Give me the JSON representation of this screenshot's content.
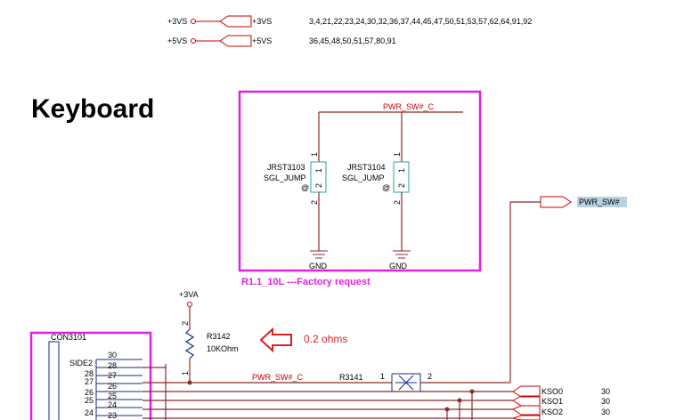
{
  "title": "Keyboard",
  "power": {
    "v3": {
      "left": "+3VS",
      "right": "+3VS",
      "pins": "3,4,21,22,23,24,30,32,36,37,44,45,47,50,51,53,57,62,64,91,92"
    },
    "v5": {
      "left": "+5VS",
      "right": "+5VS",
      "pins": "36,45,48,50,51,57,80,91"
    }
  },
  "jumper_box": {
    "net": "PWR_SW#_C",
    "j1": {
      "ref": "JRST3103",
      "type": "SGL_JUMP",
      "at": "@",
      "pin1": "1",
      "pin2": "2",
      "gnd": "GND"
    },
    "j2": {
      "ref": "JRST3104",
      "type": "SGL_JUMP",
      "at": "@",
      "pin1": "1",
      "pin2": "2",
      "gnd": "GND"
    },
    "note": "R1.1_10L ---Factory request"
  },
  "offpage": {
    "pwr_sw": "PWR_SW#"
  },
  "resistor": {
    "rail": "+3VA",
    "ref": "R3142",
    "value": "10KOhm",
    "pin1": "1",
    "pin2": "2"
  },
  "annotation": "0.2 ohms",
  "bottom": {
    "net": "PWR_SW#_C",
    "r3141": {
      "ref": "R3141",
      "pin1": "1",
      "pin2": "2"
    },
    "connector": "CON3101",
    "side": "SIDE2",
    "pins": [
      "30",
      "28",
      "27",
      "26",
      "25",
      "24",
      "23"
    ],
    "signals": [
      {
        "name": "KSO0",
        "page": "30"
      },
      {
        "name": "KSO1",
        "page": "30"
      },
      {
        "name": "KSO2",
        "page": "30"
      }
    ]
  }
}
